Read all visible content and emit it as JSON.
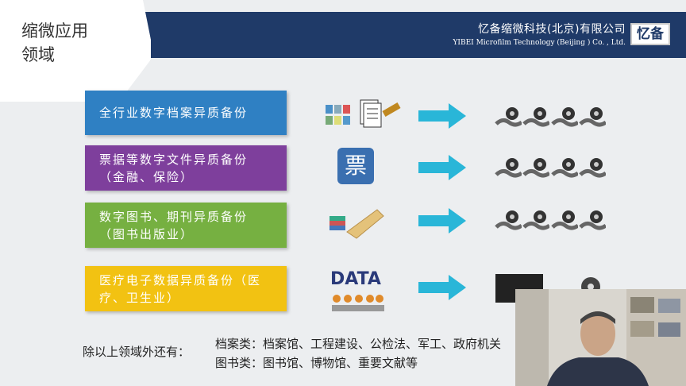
{
  "header": {
    "company_cn": "忆备缩微科技(北京)有限公司",
    "company_en": "YIBEI Microfilm Technology (Beijing ) Co. , Ltd.",
    "logo_text": "忆备"
  },
  "title": {
    "line1": "缩微应用",
    "line2": "领域"
  },
  "rows": [
    {
      "label": "全行业数字档案异质备份",
      "color": "#2f80c3",
      "icon": "documents-icon"
    },
    {
      "label": "票据等数字文件异质备份（金融、保险）",
      "color": "#7e3f9c",
      "icon": "ticket-icon"
    },
    {
      "label": "数字图书、期刊异质备份（图书出版业）",
      "color": "#76b041",
      "icon": "books-scroll-icon"
    },
    {
      "label": "医疗电子数据异质备份（医疗、卫生业）",
      "color": "#f2c212",
      "icon": "data-team-icon"
    }
  ],
  "row_text": {
    "r1": "全行业数字档案异质备份",
    "r2a": "票据等数字文件异质备份",
    "r2b": "（金融、保险）",
    "r3a": "数字图书、期刊异质备份",
    "r3b": "（图书出版业）",
    "r4a": "医疗电子数据异质备份（医",
    "r4b": "疗、卫生业）"
  },
  "ticket_char": "票",
  "data_word": "DATA",
  "footer": {
    "other_label": "除以上领域外还有：",
    "archive_line": "档案类：档案馆、工程建设、公检法、军工、政府机关",
    "library_line": "图书类：图书馆、博物馆、重要文献等"
  },
  "colors": {
    "header_bg": "#1f3a68",
    "arrow": "#29b6d8"
  }
}
